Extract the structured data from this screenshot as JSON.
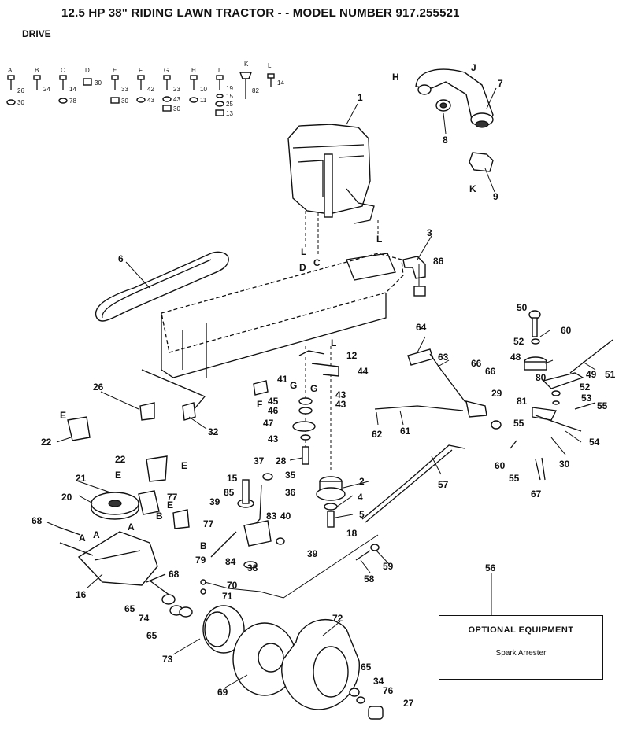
{
  "header": {
    "title": "12.5 HP 38\" RIDING LAWN TRACTOR - - MODEL NUMBER 917.255521",
    "subtitle": "DRIVE"
  },
  "hardware_key": [
    {
      "letter": "A",
      "parts": [
        "26",
        "30"
      ]
    },
    {
      "letter": "B",
      "parts": [
        "24"
      ]
    },
    {
      "letter": "C",
      "parts": [
        "14",
        "78"
      ]
    },
    {
      "letter": "D",
      "parts": [
        "30"
      ]
    },
    {
      "letter": "E",
      "parts": [
        "33",
        "30"
      ]
    },
    {
      "letter": "F",
      "parts": [
        "42",
        "43"
      ]
    },
    {
      "letter": "G",
      "parts": [
        "23",
        "43",
        "30"
      ]
    },
    {
      "letter": "H",
      "parts": [
        "10",
        "11"
      ]
    },
    {
      "letter": "J",
      "parts": [
        "19",
        "15",
        "25",
        "13"
      ]
    },
    {
      "letter": "K",
      "parts": [
        "82"
      ]
    },
    {
      "letter": "L",
      "parts": [
        "14"
      ]
    }
  ],
  "optional_equipment": {
    "title": "OPTIONAL EQUIPMENT",
    "item": "Spark Arrester",
    "ref": "56"
  },
  "callouts": {
    "c1": "1",
    "c2": "2",
    "c3": "3",
    "c4": "4",
    "c5": "5",
    "c6": "6",
    "c7": "7",
    "c8": "8",
    "c9": "9",
    "c12": "12",
    "c15": "15",
    "c16": "16",
    "c18": "18",
    "c20": "20",
    "c21": "21",
    "c22a": "22",
    "c22b": "22",
    "c26": "26",
    "c27": "27",
    "c28": "28",
    "c29": "29",
    "c30": "30",
    "c32": "32",
    "c34": "34",
    "c35": "35",
    "c36": "36",
    "c37": "37",
    "c38": "38",
    "c39a": "39",
    "c39b": "39",
    "c40": "40",
    "c41": "41",
    "c43a": "43",
    "c43b": "43",
    "c43c": "43",
    "c44": "44",
    "c45": "45",
    "c46": "46",
    "c47": "47",
    "c48": "48",
    "c49": "49",
    "c50": "50",
    "c51": "51",
    "c52a": "52",
    "c52b": "52",
    "c53": "53",
    "c54": "54",
    "c55a": "55",
    "c55b": "55",
    "c55c": "55",
    "c56": "56",
    "c57": "57",
    "c58": "58",
    "c59": "59",
    "c60a": "60",
    "c60b": "60",
    "c61": "61",
    "c62": "62",
    "c63": "63",
    "c64": "64",
    "c65a": "65",
    "c65b": "65",
    "c65c": "65",
    "c66a": "66",
    "c66b": "66",
    "c67": "67",
    "c68a": "68",
    "c68b": "68",
    "c69": "69",
    "c70": "70",
    "c71": "71",
    "c72": "72",
    "c73": "73",
    "c74": "74",
    "c76": "76",
    "c77a": "77",
    "c77b": "77",
    "c79": "79",
    "c80": "80",
    "c81": "81",
    "c83": "83",
    "c84": "84",
    "c85": "85",
    "c86": "86"
  },
  "letters": {
    "A1": "A",
    "A2": "A",
    "A3": "A",
    "B1": "B",
    "B2": "B",
    "C1": "C",
    "D1": "D",
    "E1": "E",
    "E2": "E",
    "E3": "E",
    "E4": "E",
    "F1": "F",
    "G1": "G",
    "G2": "G",
    "H1": "H",
    "J1": "J",
    "K1": "K",
    "L1": "L",
    "L2": "L",
    "L3": "L"
  }
}
